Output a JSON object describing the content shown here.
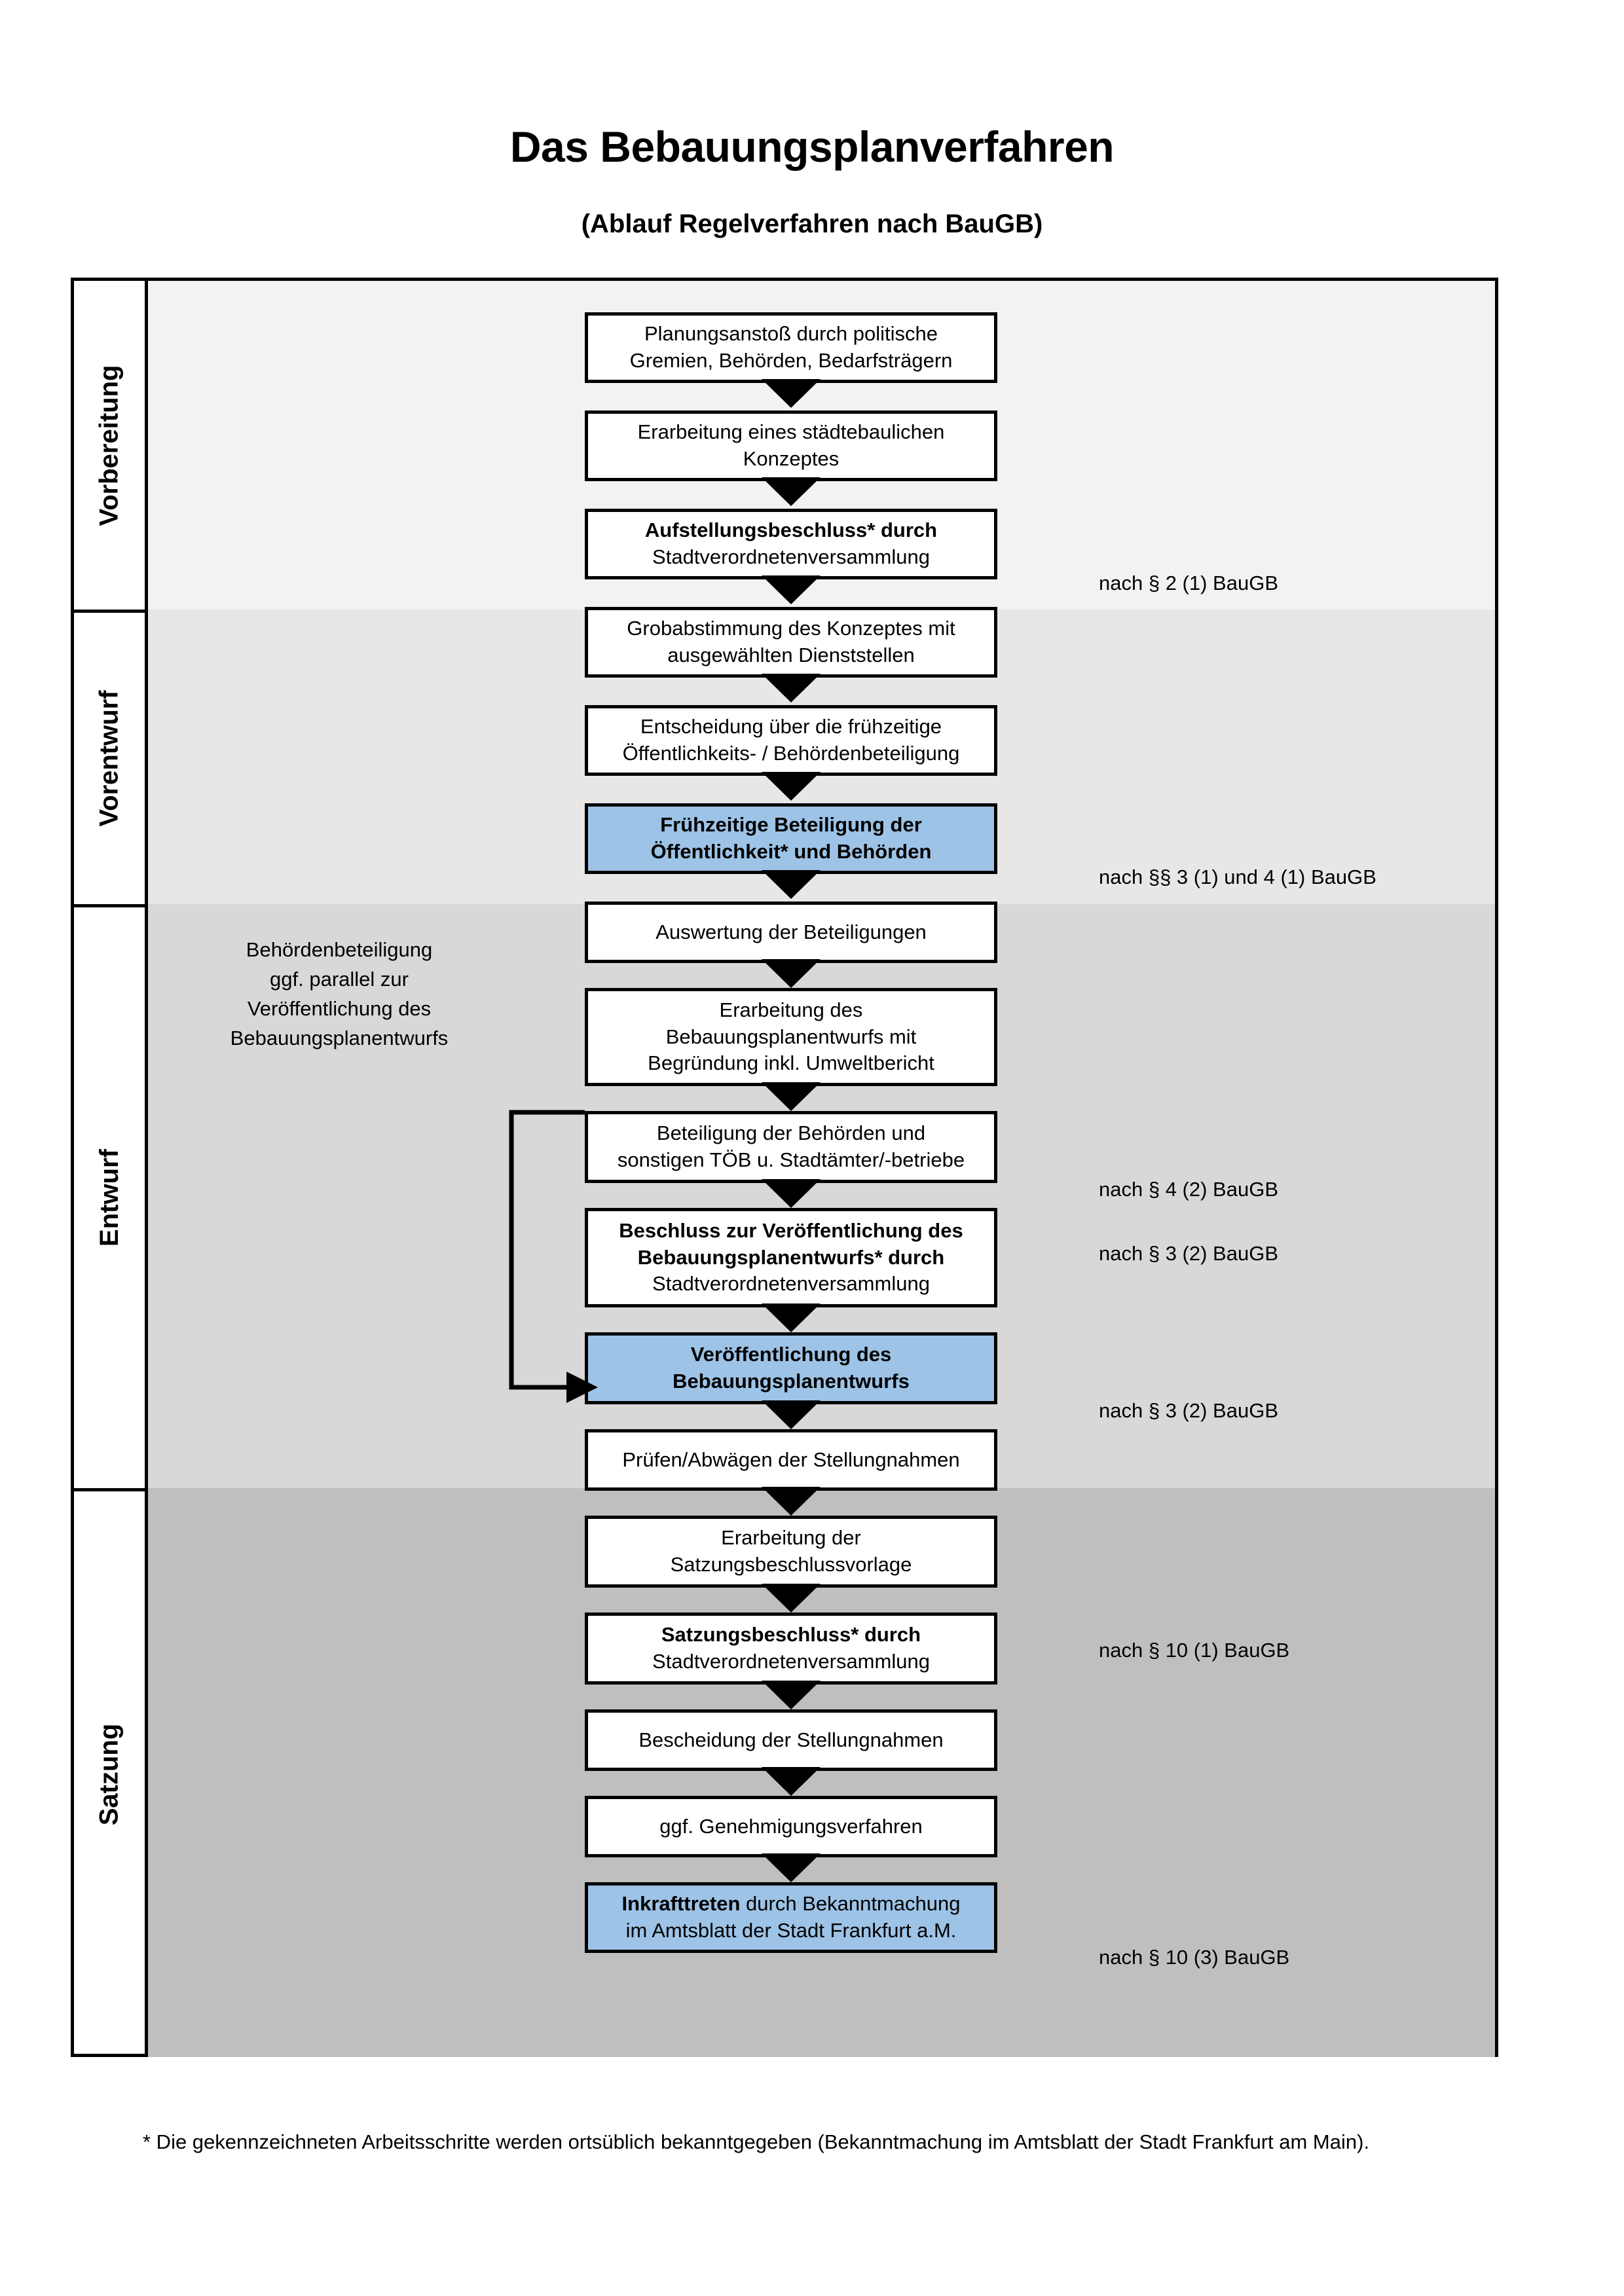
{
  "title": "Das Bebauungsplanverfahren",
  "subtitle": "(Ablauf Regelverfahren nach BauGB)",
  "phases": [
    {
      "label": "Vorbereitung",
      "band_color": "#f2f2f2"
    },
    {
      "label": "Vorentwurf",
      "band_color": "#e7e7e7"
    },
    {
      "label": "Entwurf",
      "band_color": "#d8d8d8"
    },
    {
      "label": "Satzung",
      "band_color": "#bfbfbf"
    }
  ],
  "steps": [
    {
      "id": "planungsanstoss",
      "phase": "Vorbereitung",
      "line1": "Planungsanstoß durch politische",
      "line2": "Gremien, Behörden, Bedarfsträgern",
      "bold_prefix": "",
      "highlight": false
    },
    {
      "id": "staedtebau-konzept",
      "phase": "Vorbereitung",
      "line1": "Erarbeitung eines städtebaulichen",
      "line2": "Konzeptes",
      "bold_prefix": "",
      "highlight": false
    },
    {
      "id": "aufstellungsbeschluss",
      "phase": "Vorbereitung",
      "line1": "Aufstellungsbeschluss* durch",
      "line2": "Stadtverordnetenversammlung",
      "bold_prefix": "Aufstellungsbeschluss*",
      "highlight": false
    },
    {
      "id": "grobabstimmung",
      "phase": "Vorentwurf",
      "line1": "Grobabstimmung des Konzeptes mit",
      "line2": "ausgewählten Dienststellen",
      "bold_prefix": "",
      "highlight": false
    },
    {
      "id": "entscheidung-beteiligung",
      "phase": "Vorentwurf",
      "line1": "Entscheidung über die frühzeitige",
      "line2": "Öffentlichkeits- / Behördenbeteiligung",
      "bold_prefix": "",
      "highlight": false
    },
    {
      "id": "fruehzeitige-beteiligung",
      "phase": "Vorentwurf",
      "line1": "Frühzeitige Beteiligung der",
      "line2": "Öffentlichkeit* und Behörden",
      "bold_prefix": "all",
      "highlight": true
    },
    {
      "id": "auswertung",
      "phase": "Entwurf",
      "line1": "Auswertung der Beteiligungen",
      "line2": "",
      "bold_prefix": "",
      "highlight": false
    },
    {
      "id": "erarbeitung-entwurf",
      "phase": "Entwurf",
      "line1": "Erarbeitung des",
      "line2": "Bebauungsplanentwurfs mit",
      "line3": "Begründung inkl. Umweltbericht",
      "bold_prefix": "",
      "highlight": false
    },
    {
      "id": "beteiligung-behoerden",
      "phase": "Entwurf",
      "line1": "Beteiligung der Behörden und",
      "line2": "sonstigen TÖB u. Stadtämter/-betriebe",
      "bold_prefix": "",
      "highlight": false
    },
    {
      "id": "beschluss-veroeffentlichung",
      "phase": "Entwurf",
      "line1": "Beschluss zur Veröffentlichung des",
      "line2": "Bebauungsplanentwurfs* durch",
      "line3": "Stadtverordnetenversammlung",
      "bold_prefix": "Beschluss zur Veröffentlichung des Bebauungsplanentwurfs*",
      "highlight": false
    },
    {
      "id": "veroeffentlichung",
      "phase": "Entwurf",
      "line1": "Veröffentlichung des",
      "line2": "Bebauungsplanentwurfs",
      "bold_prefix": "all",
      "highlight": true
    },
    {
      "id": "pruefen-abwaegen",
      "phase": "Satzung",
      "line1": "Prüfen/Abwägen der Stellungnahmen",
      "line2": "",
      "bold_prefix": "",
      "highlight": false
    },
    {
      "id": "satzungsbeschlussvorlage",
      "phase": "Satzung",
      "line1": "Erarbeitung der",
      "line2": "Satzungsbeschlussvorlage",
      "bold_prefix": "",
      "highlight": false
    },
    {
      "id": "satzungsbeschluss",
      "phase": "Satzung",
      "line1": "Satzungsbeschluss* durch",
      "line2": "Stadtverordnetenversammlung",
      "bold_prefix": "Satzungsbeschluss*",
      "highlight": false
    },
    {
      "id": "bescheidung",
      "phase": "Satzung",
      "line1": "Bescheidung der Stellungnahmen",
      "line2": "",
      "bold_prefix": "",
      "highlight": false
    },
    {
      "id": "genehmigungsverfahren",
      "phase": "Satzung",
      "line1": "ggf. Genehmigungsverfahren",
      "line2": "",
      "bold_prefix": "",
      "highlight": false
    },
    {
      "id": "inkrafttreten",
      "phase": "Satzung",
      "line1": "Inkrafttreten durch Bekanntmachung",
      "line2": "im Amtsblatt der Stadt Frankfurt a.M.",
      "bold_prefix": "Inkrafttreten",
      "highlight": true
    }
  ],
  "legal_refs": [
    {
      "id": "ref-aufstellungsbeschluss",
      "text": "nach § 2 (1) BauGB"
    },
    {
      "id": "ref-fruehzeitige",
      "text": "nach §§ 3 (1) und 4 (1) BauGB"
    },
    {
      "id": "ref-behoerdenbeteiligung",
      "text": "nach § 4 (2) BauGB"
    },
    {
      "id": "ref-beschluss",
      "text": "nach § 3 (2) BauGB"
    },
    {
      "id": "ref-veroeffentlichung",
      "text": "nach § 3 (2) BauGB"
    },
    {
      "id": "ref-satzungsbeschluss",
      "text": "nach § 10 (1) BauGB"
    },
    {
      "id": "ref-inkrafttreten",
      "text": "nach § 10 (3) BauGB"
    }
  ],
  "sidenote": {
    "line1": "Behördenbeteiligung",
    "line2": "ggf. parallel zur",
    "line3": "Veröffentlichung des",
    "line4": "Bebauungsplanentwurfs"
  },
  "footnote": "* Die gekennzeichneten Arbeitsschritte werden ortsüblich bekanntgegeben (Bekanntmachung im Amtsblatt  der Stadt Frankfurt am Main).",
  "colors": {
    "highlight_fill": "#9dc3e6",
    "border": "#000000",
    "box_fill": "#ffffff"
  }
}
